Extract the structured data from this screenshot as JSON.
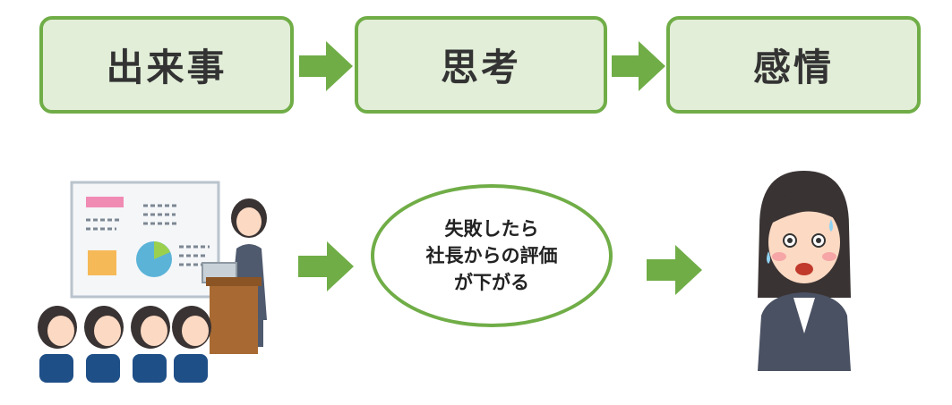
{
  "flow": {
    "step1": "出来事",
    "step2": "思考",
    "step3": "感情"
  },
  "example": {
    "thought_lines": [
      "失敗したら",
      "社長からの評価",
      "が下がる"
    ]
  },
  "colors": {
    "green": "#70ad47",
    "box_fill": "#e2eed8",
    "text": "#333333"
  },
  "icons": {
    "event": "presentation-scene-illustration",
    "feeling": "worried-businesswoman-illustration"
  }
}
